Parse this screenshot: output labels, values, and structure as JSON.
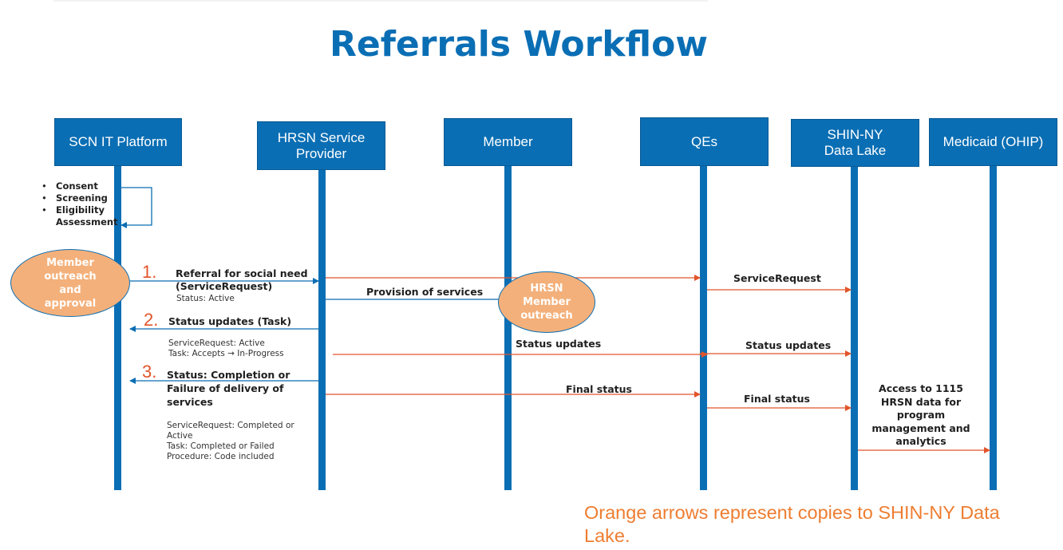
{
  "title": "Referrals Workflow",
  "actors": [
    {
      "id": "scn",
      "label": "SCN IT Platform"
    },
    {
      "id": "hrsn",
      "label": "HRSN Service Provider"
    },
    {
      "id": "member",
      "label": "Member"
    },
    {
      "id": "qes",
      "label": "QEs"
    },
    {
      "id": "shin",
      "label": "SHIN-NY Data Lake"
    },
    {
      "id": "medicaid",
      "label": "Medicaid (OHIP)"
    }
  ],
  "self_loop_items": [
    "Consent",
    "Screening",
    "Eligibility",
    "Assessment"
  ],
  "ovals": {
    "member_outreach": "Member outreach and approval",
    "hrsn_outreach": "HRSN Member outreach"
  },
  "steps": [
    {
      "number": "1.",
      "label": "Referral for social need (ServiceRequest)",
      "details": "Status: Active"
    },
    {
      "number": "2.",
      "label": "Status updates (Task)",
      "details": "ServiceRequest: Active\nTask: Accepts → In-Progress"
    },
    {
      "number": "3.",
      "label": "Status: Completion or Failure of delivery of services",
      "details": "ServiceRequest: Completed or Active\nTask: Completed or Failed\nProcedure: Code included"
    }
  ],
  "messages": {
    "provision": "Provision of services",
    "service_request": "ServiceRequest",
    "status_updates_member": "Status updates",
    "status_updates_shin": "Status updates",
    "final_status_qes": "Final status",
    "final_status_shin": "Final status",
    "access": "Access to 1115 HRSN data for program management and analytics"
  },
  "footnote": "Orange arrows represent copies to SHIN-NY Data Lake.",
  "colors": {
    "blue": "#0a6eb4",
    "orange": "#e2542b",
    "oval_fill": "#f4b07a",
    "footnote": "#ee7d31"
  }
}
